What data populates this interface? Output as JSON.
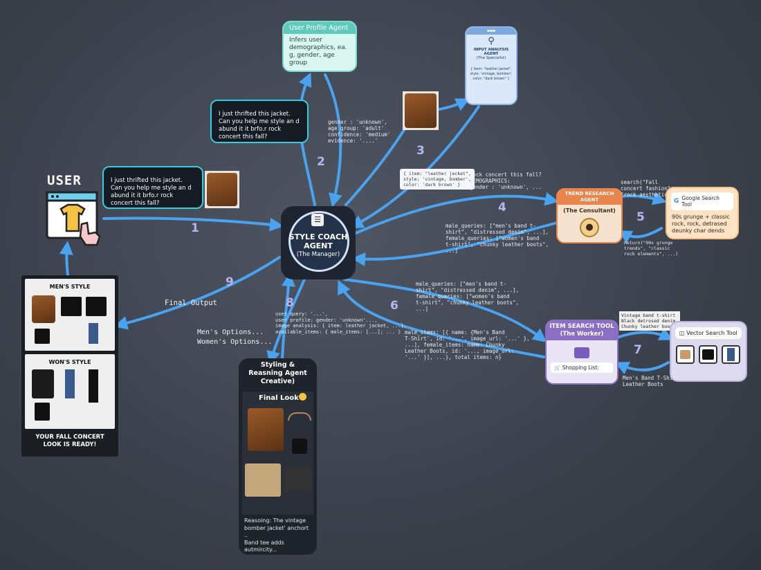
{
  "user_label": "USER",
  "user_query": "I just thrifted this jacket. Can you help me style an d abund it it brfo.r rock concert this fall?",
  "user_query_copy": "I just thrifted this jacket. Can you help me style an d abund it it brfo.r rock concert this fall?",
  "profile_agent": {
    "title": "User Profile Agent",
    "body": "Infers user demographics, ea. g, gender, age group"
  },
  "profile_output": "gender : 'unknown',\nage group: 'adult'\nconfidence: 'medium'\nevidence: '....'",
  "input_agent": {
    "title": "INPUT ANALYSIS AGENT",
    "subtitle": "(The Specialist)",
    "body": "{ item: \"leather jacket\", style: 'vintage, bomber', color: \"dark brown\" }",
    "dots": "▪▪▪"
  },
  "input_output": "{ item: \"leather jecket\",\nstyle; 'vintage, bomber',\ncolor: 'dark brown' }",
  "coach": {
    "line1": "STYLE COACH",
    "line2": "AGENT",
    "line3": "(The Manager)"
  },
  "trend_agent": {
    "title": "TREND RESEARCH AGENT",
    "subtitle": "(The Consultant)"
  },
  "trend_input": "rock concert this fall?\nDEMOGRAPHICS:\ngender : 'unknown', ...",
  "trend_output": "male_queries: [\"men's band t-\nshirt\", \"distressed denim\", ...],\nfemale_queries: [\"women's band\nt-shirt\", \"chunky leather boots\",\n...]",
  "google_tool": {
    "title": "Google Search Tool",
    "body": "90s grunge + classic rock, rock, detrased deunky char dends"
  },
  "google_query": "search(\"Fall\nconcert fashion\",\n\"rock aesthetics\")",
  "google_return": "Return(\"90s grunge\ntrends\", \"classic\nrock elements\", ...)",
  "item_tool": {
    "title": "ITEM SEARCH TOOL",
    "subtitle": "(The Worker)",
    "list": "Shopping List:"
  },
  "item_input": "male_queries: [\"men's band t-\nshirt\", \"distressed denim\", ...],\nfemale_queries: [\"women's band\nt-shirt\", \"chunky leather boots\",\n...]",
  "item_output": "male_items: [{ name: {Men's Band\nT-Shirt', id: '...', image_url: '...' },\n...], female_items: name: Chunky\nLeather Boots, id: '..., image_url:\n'...' }], ...}, total items: n}",
  "vector_tool": {
    "title": "Vector Search Tool"
  },
  "vector_query": "Vintage band t-shirt\nBlack detrosed denim,\nChunky leather boots",
  "vector_return": "Men's Band T-Shirt,\nLeather Boots",
  "styling_input": "user query: '...',\nuser profile: gender: 'unknown'...,\nimage analysis: { item: leather jacket, ...},\navailable_items: { male_items: [...]; ... }",
  "options": {
    "men": "Men's Options...",
    "women": "Women's Options..."
  },
  "styling_agent": {
    "title": "Styling & Reasning Agent Creative)",
    "final_look": "Final Look",
    "reasoning": "Reasoing: The vintage\nbomber jacket' anchort ..\nBand tee adds autmircity...\nDixaressed balunce:rugades..\nChwky borte.. Adssories..\nadd subile detall..."
  },
  "output_card": {
    "men_title": "MEN'S STYLE",
    "women_title": "WON'S STYLE",
    "footer": "YOUR FALL CONCERT LOOK IS READY!"
  },
  "final_output": "Final Output",
  "steps": [
    "1",
    "2",
    "3",
    "4",
    "5",
    "6",
    "7",
    "8",
    "9"
  ],
  "colors": {
    "arrow": "#4aa3f0",
    "teal": "#33cfe0",
    "trend": "#e9854a",
    "item": "#8a6fc4",
    "step": "#b9b5f2"
  }
}
